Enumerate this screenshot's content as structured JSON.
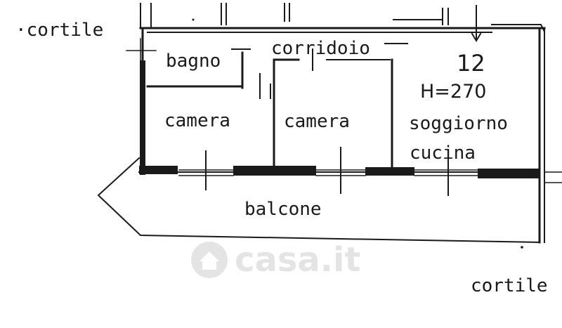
{
  "labels": {
    "cortile_top": "·cortile",
    "cortile_bottom": "cortile",
    "bagno": "bagno",
    "corridoio": "corridoio",
    "camera_1": "camera",
    "camera_2": "camera",
    "soggiorno": "soggiorno",
    "cucina": "cucina",
    "balcone": "balcone",
    "unit_number": "12",
    "height": "H=270"
  },
  "watermark": {
    "text": "casa.it",
    "icon": "house-icon"
  },
  "colors": {
    "ink": "#1a1a1a",
    "paper": "#ffffff"
  }
}
